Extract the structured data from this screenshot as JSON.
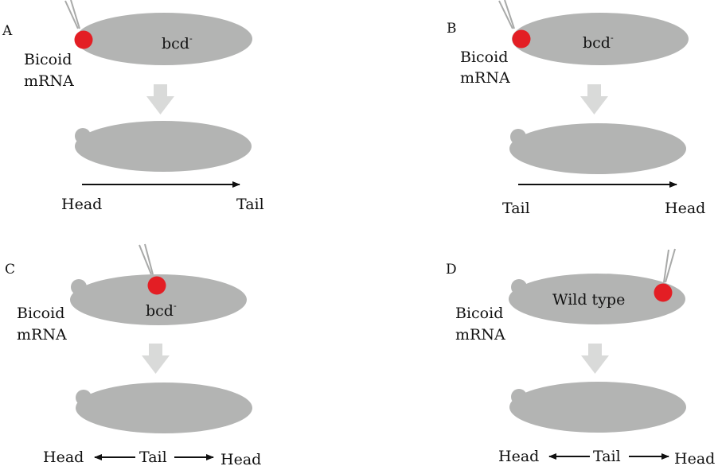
{
  "colors": {
    "embryo": "#b3b4b3",
    "arrow_down": "#d9dad9",
    "injection_dot": "#e31e24",
    "needle": "#a8a9a8",
    "axis": "#111111"
  },
  "panels": [
    {
      "id": "A",
      "letter": "A",
      "label_line1": "Bicoid",
      "label_line2": "mRNA",
      "top_embryo_text": "bcd",
      "top_embryo_sup": "-",
      "injection_site": "anterior",
      "top_has_head_bump": false,
      "axis_type": "single",
      "axis_left": "Head",
      "axis_right": "Tail"
    },
    {
      "id": "B",
      "letter": "B",
      "label_line1": "Bicoid",
      "label_line2": "mRNA",
      "top_embryo_text": "bcd",
      "top_embryo_sup": "-",
      "injection_site": "anterior",
      "top_has_head_bump": false,
      "axis_type": "single",
      "axis_left": "Tail",
      "axis_right": "Head"
    },
    {
      "id": "C",
      "letter": "C",
      "label_line1": "Bicoid",
      "label_line2": "mRNA",
      "top_embryo_text": "bcd",
      "top_embryo_sup": "-",
      "injection_site": "middle",
      "top_has_head_bump": true,
      "axis_type": "double",
      "axis_left": "Head",
      "axis_center": "Tail",
      "axis_right": "Head"
    },
    {
      "id": "D",
      "letter": "D",
      "label_line1": "Bicoid",
      "label_line2": "mRNA",
      "top_embryo_text": "Wild type",
      "top_embryo_sup": "",
      "injection_site": "posterior",
      "top_has_head_bump": true,
      "axis_type": "double",
      "axis_left": "Head",
      "axis_center": "Tail",
      "axis_right": "Head"
    }
  ]
}
